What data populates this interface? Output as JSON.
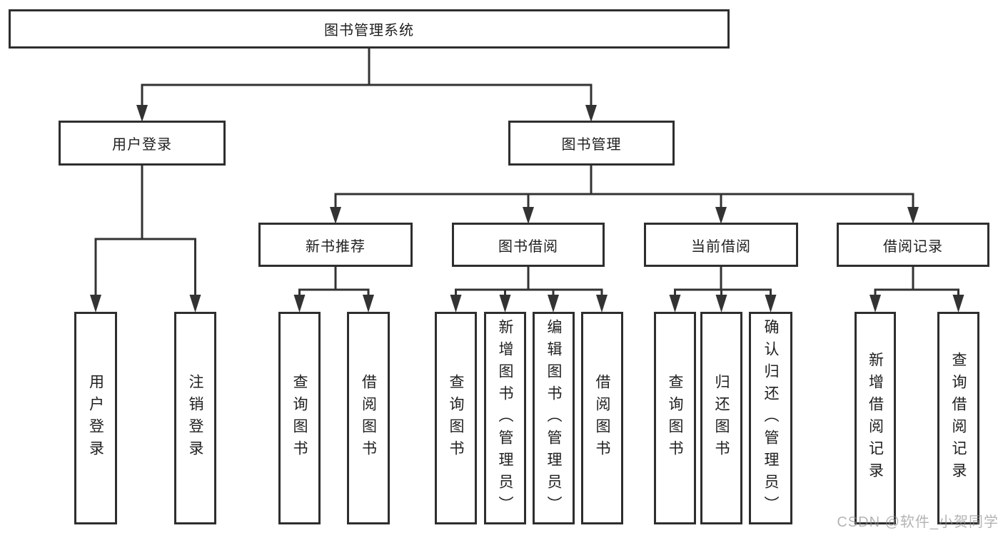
{
  "diagram": {
    "root": {
      "label": "图书管理系统"
    },
    "level2": [
      {
        "label": "用户登录",
        "children": [
          {
            "label": "用户登录"
          },
          {
            "label": "注销登录"
          }
        ]
      },
      {
        "label": "图书管理",
        "children": [
          {
            "label": "新书推荐",
            "children": [
              {
                "label": "查询图书"
              },
              {
                "label": "借阅图书"
              }
            ]
          },
          {
            "label": "图书借阅",
            "children": [
              {
                "label": "查询图书"
              },
              {
                "label": "新增图书（管理员）"
              },
              {
                "label": "编辑图书（管理员）"
              },
              {
                "label": "借阅图书"
              }
            ]
          },
          {
            "label": "当前借阅",
            "children": [
              {
                "label": "查询图书"
              },
              {
                "label": "归还图书"
              },
              {
                "label": "确认归还（管理员）"
              }
            ]
          },
          {
            "label": "借阅记录",
            "children": [
              {
                "label": "新增借阅记录"
              },
              {
                "label": "查询借阅记录"
              }
            ]
          }
        ]
      }
    ]
  },
  "watermark": {
    "text": "CSDN @软件_小贺同学"
  },
  "colors": {
    "line": "#333333",
    "box_border": "#2e2e2e",
    "text": "#1f1f1f",
    "background": "#ffffff",
    "watermark": "#c3c3c3"
  }
}
